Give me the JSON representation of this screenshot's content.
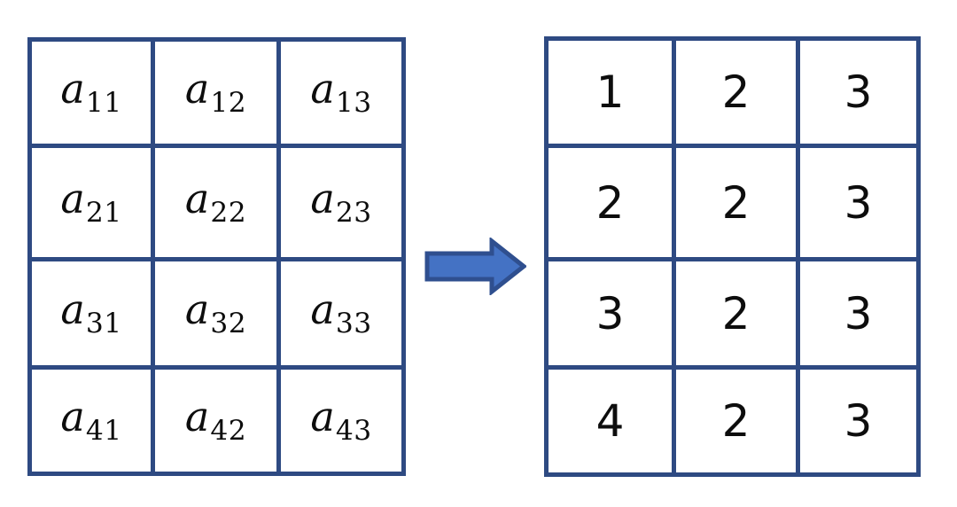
{
  "diagram": {
    "title": "matrix-index-mapping",
    "colors": {
      "border": "#2e4a82",
      "arrow_fill": "#4472c4",
      "arrow_stroke": "#2f4f8f",
      "text": "#0d0d0d",
      "background": "#ffffff"
    }
  },
  "left_matrix": {
    "name": "symbolic-matrix",
    "rows": 4,
    "cols": 3,
    "cells": [
      [
        {
          "base": "a",
          "sub": "11"
        },
        {
          "base": "a",
          "sub": "12"
        },
        {
          "base": "a",
          "sub": "13"
        }
      ],
      [
        {
          "base": "a",
          "sub": "21"
        },
        {
          "base": "a",
          "sub": "22"
        },
        {
          "base": "a",
          "sub": "23"
        }
      ],
      [
        {
          "base": "a",
          "sub": "31"
        },
        {
          "base": "a",
          "sub": "32"
        },
        {
          "base": "a",
          "sub": "33"
        }
      ],
      [
        {
          "base": "a",
          "sub": "41"
        },
        {
          "base": "a",
          "sub": "42"
        },
        {
          "base": "a",
          "sub": "43"
        }
      ]
    ]
  },
  "arrow": {
    "name": "right-arrow",
    "icon": "arrow-right-icon",
    "direction": "right"
  },
  "right_matrix": {
    "name": "numeric-matrix",
    "rows": 4,
    "cols": 3,
    "cells": [
      [
        "1",
        "2",
        "3"
      ],
      [
        "2",
        "2",
        "3"
      ],
      [
        "3",
        "2",
        "3"
      ],
      [
        "4",
        "2",
        "3"
      ]
    ]
  }
}
